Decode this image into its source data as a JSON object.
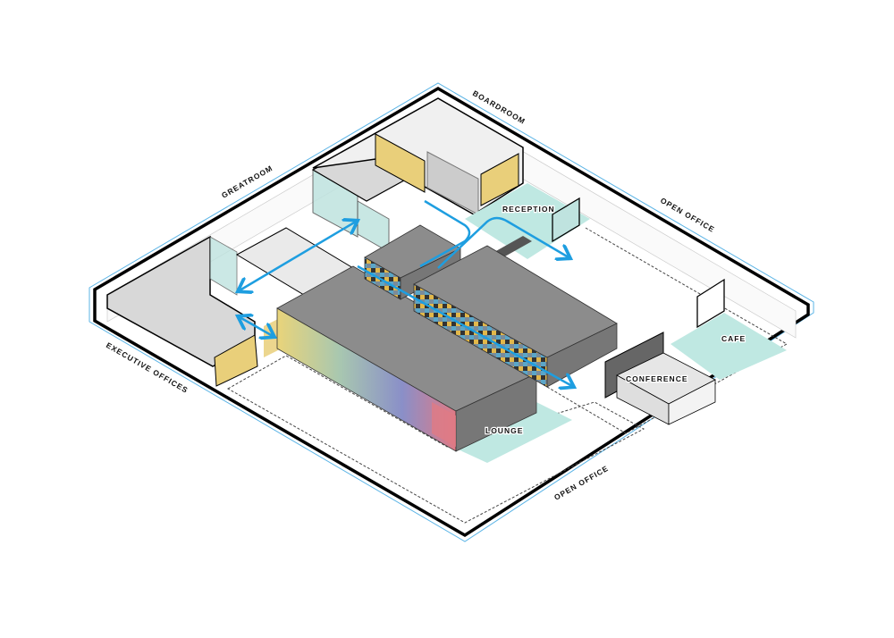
{
  "zone_labels": {
    "boardroom": "BOARDROOM",
    "greatroom": "GREATROOM",
    "open_office_top": "OPEN OFFICE",
    "open_office_bottom": "OPEN OFFICE",
    "executive_offices": "EXECUTIVE OFFICES"
  },
  "room_labels": {
    "reception": "RECEPTION",
    "cafe": "CAFE",
    "conference": "CONFERENCE",
    "lounge": "LOUNGE"
  },
  "colors": {
    "circulation_arrow": "#1e9ee0",
    "zone_bracket": "#5bb4e6",
    "core_gray": "#8c8c8c",
    "accent_yellow": "#e9cf7a",
    "teal_floor": "#bfe8e2",
    "glass": "#bfe3df",
    "wall": "#000000"
  }
}
